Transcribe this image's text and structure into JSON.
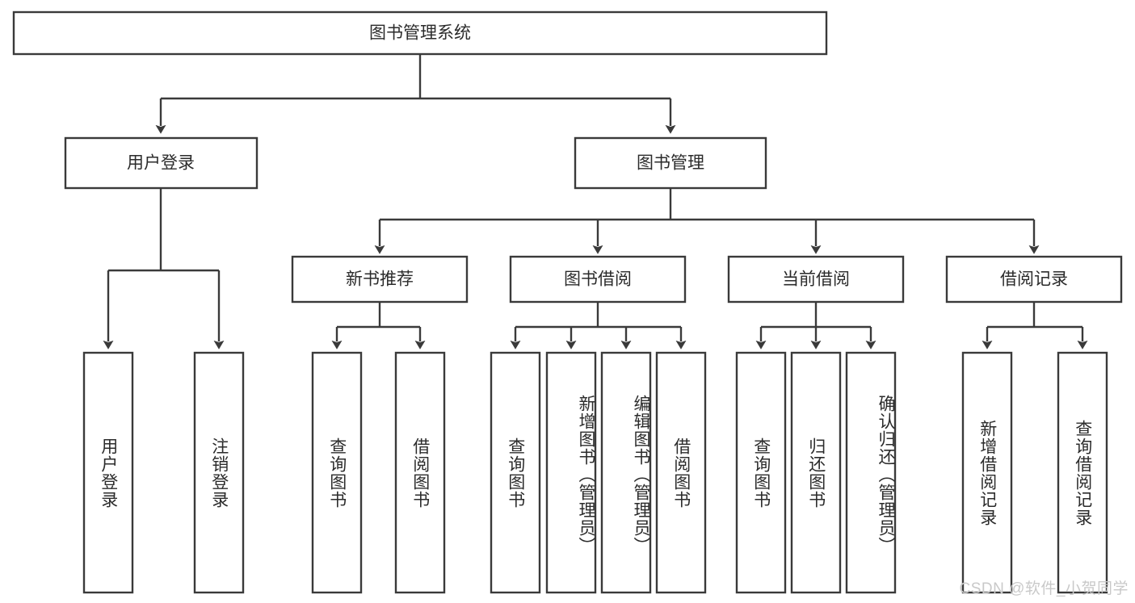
{
  "diagram": {
    "title": "图书管理系统",
    "type": "tree-hierarchy",
    "watermark": "CSDN @软件_小贺同学",
    "stroke_color": "#3a3a3a",
    "fill_color": "#ffffff",
    "text_color": "#2b2b2b",
    "watermark_color": "#c9c9c9",
    "nodes": {
      "root": {
        "label": "图书管理系统",
        "level": 1,
        "orientation": "horizontal"
      },
      "l2": [
        {
          "id": "user-login",
          "label": "用户登录",
          "level": 2,
          "orientation": "horizontal"
        },
        {
          "id": "book-manage",
          "label": "图书管理",
          "level": 2,
          "orientation": "horizontal"
        }
      ],
      "l3": [
        {
          "id": "new-book-rec",
          "label": "新书推荐",
          "level": 3,
          "orientation": "horizontal"
        },
        {
          "id": "book-borrow",
          "label": "图书借阅",
          "level": 3,
          "orientation": "horizontal"
        },
        {
          "id": "current-borrow",
          "label": "当前借阅",
          "level": 3,
          "orientation": "horizontal"
        },
        {
          "id": "borrow-record",
          "label": "借阅记录",
          "level": 3,
          "orientation": "horizontal"
        }
      ],
      "leaves": [
        {
          "id": "leaf-user-login",
          "label": "用户登录",
          "parent": "user-login",
          "orientation": "vertical"
        },
        {
          "id": "leaf-logout",
          "label": "注销登录",
          "parent": "user-login",
          "orientation": "vertical"
        },
        {
          "id": "leaf-query-book-1",
          "label": "查询图书",
          "parent": "new-book-rec",
          "orientation": "vertical"
        },
        {
          "id": "leaf-borrow-book-1",
          "label": "借阅图书",
          "parent": "new-book-rec",
          "orientation": "vertical"
        },
        {
          "id": "leaf-query-book-2",
          "label": "查询图书",
          "parent": "book-borrow",
          "orientation": "vertical"
        },
        {
          "id": "leaf-add-book",
          "label": "新增图书（管理员）",
          "parent": "book-borrow",
          "orientation": "vertical"
        },
        {
          "id": "leaf-edit-book",
          "label": "编辑图书（管理员）",
          "parent": "book-borrow",
          "orientation": "vertical"
        },
        {
          "id": "leaf-borrow-book-2",
          "label": "借阅图书",
          "parent": "book-borrow",
          "orientation": "vertical"
        },
        {
          "id": "leaf-query-book-3",
          "label": "查询图书",
          "parent": "current-borrow",
          "orientation": "vertical"
        },
        {
          "id": "leaf-return-book",
          "label": "归还图书",
          "parent": "current-borrow",
          "orientation": "vertical"
        },
        {
          "id": "leaf-confirm-return",
          "label": "确认归还（管理员）",
          "parent": "current-borrow",
          "orientation": "vertical"
        },
        {
          "id": "leaf-add-record",
          "label": "新增借阅记录",
          "parent": "borrow-record",
          "orientation": "vertical"
        },
        {
          "id": "leaf-query-record",
          "label": "查询借阅记录",
          "parent": "borrow-record",
          "orientation": "vertical"
        }
      ]
    }
  }
}
